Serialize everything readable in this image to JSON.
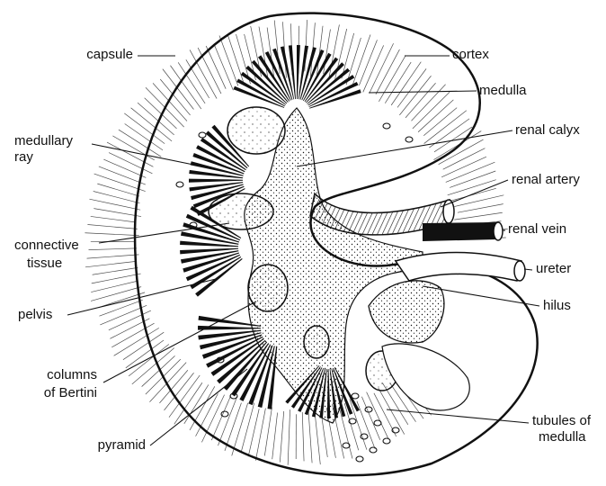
{
  "labels": {
    "capsule": "capsule",
    "cortex": "cortex",
    "medulla": "medulla",
    "medullary_ray_1": "medullary",
    "medullary_ray_2": "ray",
    "renal_calyx": "renal calyx",
    "renal_artery": "renal artery",
    "renal_vein": "renal vein",
    "connective_tissue_1": "connective",
    "connective_tissue_2": "tissue",
    "ureter": "ureter",
    "hilus": "hilus",
    "pelvis": "pelvis",
    "columns_1": "columns",
    "columns_2": "of Bertini",
    "tubules_1": "tubules of",
    "tubules_2": "medulla",
    "pyramid": "pyramid"
  },
  "colors": {
    "ink": "#111111",
    "paper": "#ffffff"
  }
}
